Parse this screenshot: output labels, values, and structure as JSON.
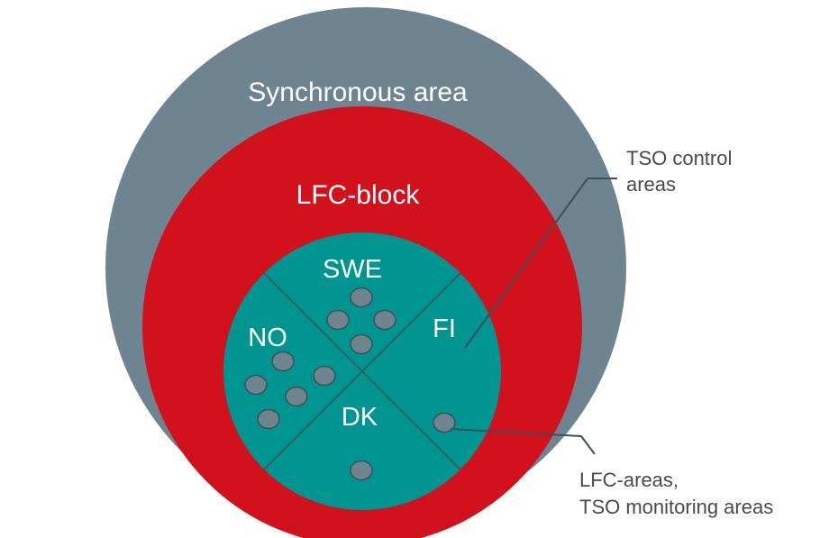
{
  "colors": {
    "synchronous_area": "#6e8591",
    "lfc_block": "#d1121c",
    "lfc_areas": "#009590",
    "monitoring_dot": "#6e8590",
    "callout_text": "#4a4a4a",
    "leader_line": "#3f4f55"
  },
  "labels": {
    "synchronous_area": "Synchronous area",
    "lfc_block": "LFC-block",
    "areas": {
      "swe": "SWE",
      "no": "NO",
      "fi": "FI",
      "dk": "DK"
    }
  },
  "callouts": {
    "tso_control": {
      "line1": "TSO control",
      "line2": "areas"
    },
    "lfc_areas": {
      "line1": "LFC-areas,",
      "line2": "TSO monitoring areas"
    }
  }
}
